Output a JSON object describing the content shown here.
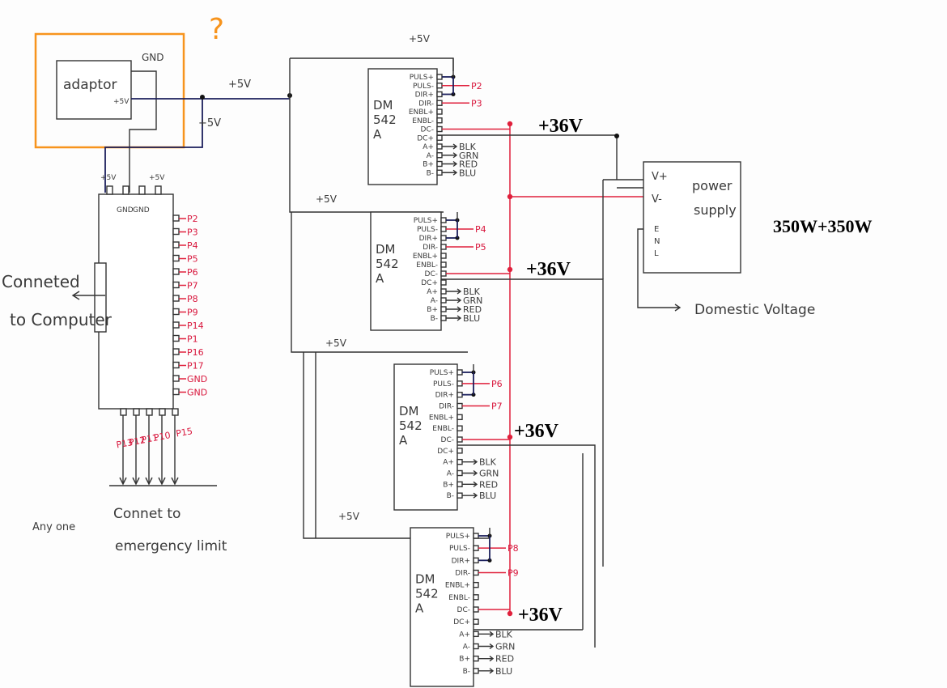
{
  "annotations": {
    "question_mark": "?",
    "connected_to_computer": [
      "Conneted",
      "to Computer"
    ],
    "any_one": "Any one",
    "emergency": [
      "Connet to",
      "emergency limit"
    ],
    "domestic_voltage": "Domestic Voltage",
    "power_rating": "350W+350W"
  },
  "adapter": {
    "label": "adaptor",
    "gnd": "GND",
    "plus5v": "+5V",
    "highlight_color": "#f7941d"
  },
  "bus_labels": {
    "plus5v": "+5V",
    "plus36v": "+36V"
  },
  "controller": {
    "top_pins": [
      "+5V",
      "GND",
      "GND",
      "+5V"
    ],
    "right_pins": [
      "P2",
      "P3",
      "P4",
      "P5",
      "P6",
      "P7",
      "P8",
      "P9",
      "P14",
      "P1",
      "P16",
      "P17",
      "GND",
      "GND"
    ],
    "bottom_pins": [
      "P13",
      "P12",
      "P11",
      "P10",
      "P15"
    ]
  },
  "drivers": [
    {
      "model": [
        "DM",
        "542",
        "A"
      ],
      "outputs": [
        "P2",
        "P3"
      ]
    },
    {
      "model": [
        "DM",
        "542",
        "A"
      ],
      "outputs": [
        "P4",
        "P5"
      ]
    },
    {
      "model": [
        "DM",
        "542",
        "A"
      ],
      "outputs": [
        "P6",
        "P7"
      ]
    },
    {
      "model": [
        "DM",
        "542",
        "A"
      ],
      "outputs": [
        "P8",
        "P9"
      ]
    }
  ],
  "driver_pins": [
    "PULS+",
    "PULS-",
    "DIR+",
    "DIR-",
    "ENBL+",
    "ENBL-",
    "DC-",
    "DC+",
    "A+",
    "A-",
    "B+",
    "B-"
  ],
  "motor_wires": [
    "BLK",
    "GRN",
    "RED",
    "BLU"
  ],
  "power_supply": {
    "label": [
      "power",
      "supply"
    ],
    "outputs": [
      "V+",
      "V-"
    ],
    "inputs": [
      "E",
      "N",
      "L"
    ]
  },
  "colors": {
    "signal": "#d8163c",
    "bus": "#1b1f5c",
    "ink": "#333333",
    "highlight": "#f7941d"
  }
}
